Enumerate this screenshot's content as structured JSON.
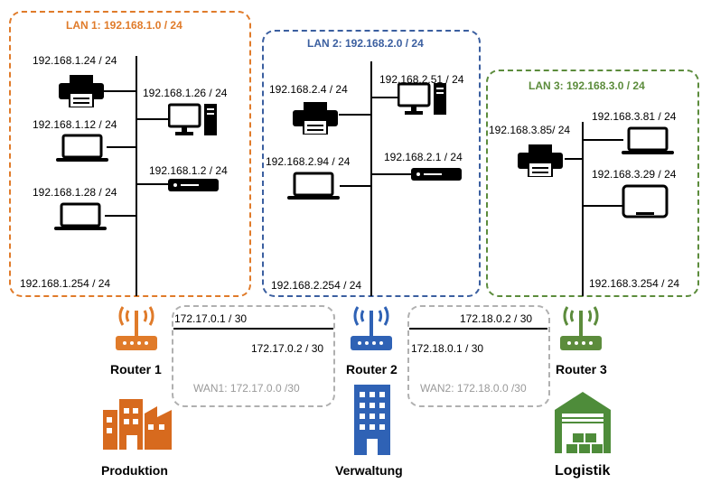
{
  "colors": {
    "lan1": "#e07b2a",
    "lan2": "#3b5fa0",
    "lan3": "#5c8c3c",
    "wan": "#b0b0b0",
    "router1": "#e07b2a",
    "router2": "#2f62b5",
    "router3": "#5c8c3c",
    "building1": "#d76a1e",
    "building2": "#2f62b5",
    "building3": "#4e8c3a"
  },
  "lan1": {
    "title": "LAN 1: 192.168.1.0 / 24",
    "printer_ip": "192.168.1.24 / 24",
    "pc_ip": "192.168.1.26 / 24",
    "laptop1_ip": "192.168.1.12 / 24",
    "switch_ip": "192.168.1.2 / 24",
    "laptop2_ip": "192.168.1.28 / 24",
    "gateway_ip": "192.168.1.254 / 24"
  },
  "lan2": {
    "title": "LAN 2: 192.168.2.0 / 24",
    "printer_ip": "192.168.2.4 / 24",
    "pc_ip": "192.168.2.51 / 24",
    "laptop_ip": "192.168.2.94 / 24",
    "switch_ip": "192.168.2.1 / 24",
    "gateway_ip": "192.168.2.254 / 24"
  },
  "lan3": {
    "title": "LAN 3: 192.168.3.0 / 24",
    "printer_ip": "192.168.3.85/ 24",
    "laptop1_ip": "192.168.3.81 / 24",
    "laptop2_ip": "192.168.3.29 / 24",
    "gateway_ip": "192.168.3.254 / 24"
  },
  "wan1": {
    "title": "WAN1: 172.17.0.0 /30",
    "r1_ip": "172.17.0.1 / 30",
    "r2_ip": "172.17.0.2 / 30"
  },
  "wan2": {
    "title": "WAN2: 172.18.0.0 /30",
    "r2_ip": "172.18.0.2 / 30",
    "r3_ip": "172.18.0.1 / 30"
  },
  "routers": {
    "r1": "Router 1",
    "r2": "Router 2",
    "r3": "Router 3"
  },
  "sites": {
    "s1": "Produktion",
    "s2": "Verwaltung",
    "s3": "Logistik"
  }
}
